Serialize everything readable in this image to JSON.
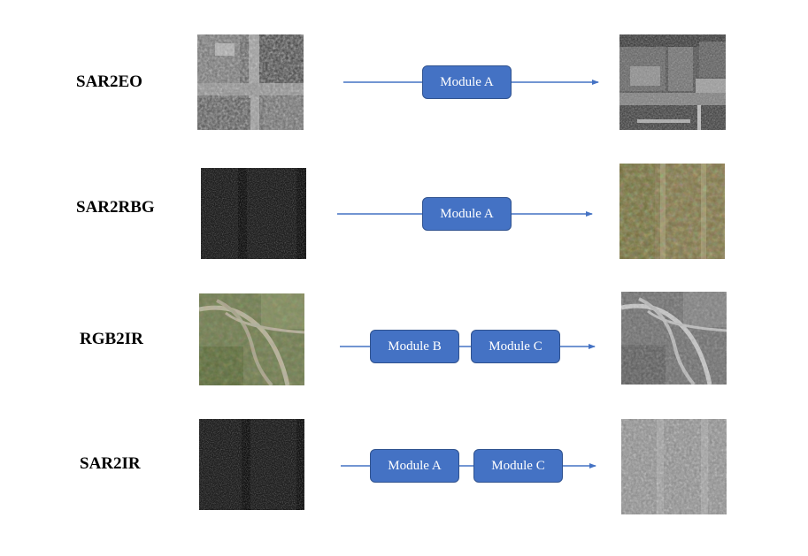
{
  "rows": [
    {
      "label": "SAR2EO",
      "modules": [
        "Module A"
      ]
    },
    {
      "label": "SAR2RBG",
      "modules": [
        "Module A"
      ]
    },
    {
      "label": "RGB2IR",
      "modules": [
        "Module B",
        "Module C"
      ]
    },
    {
      "label": "SAR2IR",
      "modules": [
        "Module A",
        "Module C"
      ]
    }
  ],
  "colors": {
    "module_fill": "#4472c4",
    "module_border": "#2f528f",
    "arrow": "#4472c4"
  }
}
